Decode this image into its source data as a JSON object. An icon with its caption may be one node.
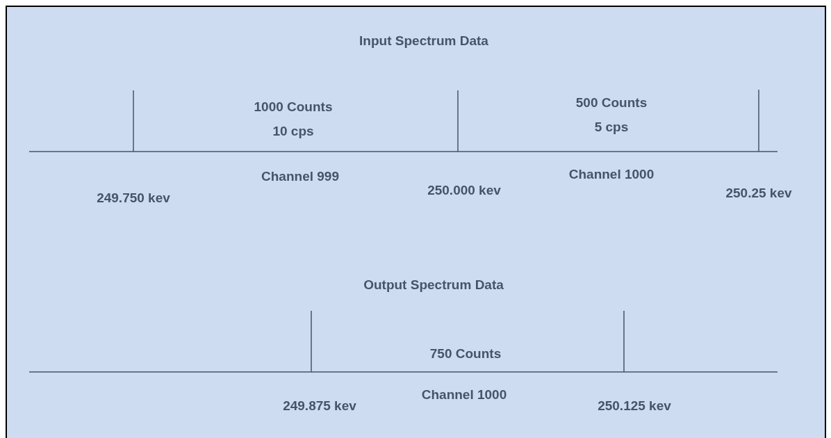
{
  "diagram": {
    "labels": [
      "Input Spectrum Data",
      "1000 Counts 10 cps",
      "500 Counts 5 cps",
      "Channel 999",
      "Channel 1000",
      "249.750 kev",
      "250.000 kev",
      "250.25 kev",
      "Output Spectrum Data",
      "750 Counts",
      "Channel 1000",
      "249.875 kev",
      "250.125 kev"
    ]
  }
}
